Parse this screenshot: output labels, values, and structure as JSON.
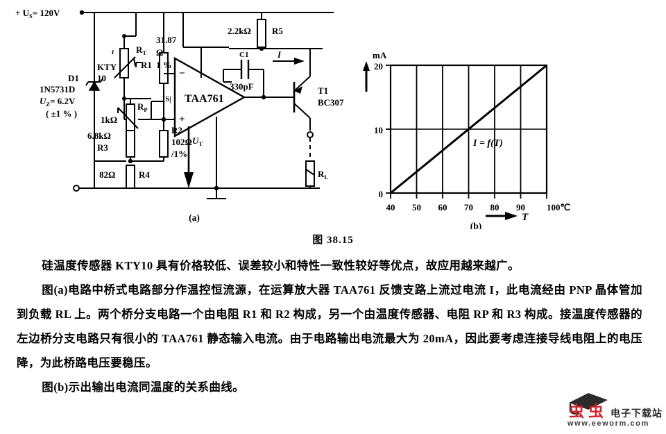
{
  "figure": {
    "caption": "图 38.15",
    "sub_label_a": "(a)",
    "sub_label_b": "(b)"
  },
  "circuit": {
    "supply_label": "+ U",
    "supply_sub": "S",
    "supply_value": "= 120V",
    "diode": {
      "ref": "D1",
      "part": "1N5731D",
      "vz_label": "U",
      "vz_sub": "Z",
      "vz_value": "= 6.2V",
      "tolerance": "( ±1 % )"
    },
    "sensor": {
      "ref_label": "R",
      "ref_sub": "T",
      "part": "KTY",
      "part_line2": "10",
      "temp_mark": "t",
      "alias": "R1"
    },
    "r1": {
      "value": "31.87",
      "unit": "Ω",
      "tolerance": "1 %"
    },
    "rp": {
      "ref_label": "R",
      "ref_sub": "P",
      "value": "1kΩ"
    },
    "r2": {
      "ref": "R2",
      "value": "102Ω",
      "tolerance": "/1%"
    },
    "r3": {
      "ref": "R3",
      "value": "6.8kΩ"
    },
    "r4": {
      "ref": "R4",
      "value": "82Ω"
    },
    "r5": {
      "ref": "R5",
      "value": "2.2kΩ"
    },
    "c1": {
      "ref": "C1",
      "value": "330pF"
    },
    "opamp": {
      "part": "TAA761",
      "input_inverting": "−",
      "input_noninverting": "+",
      "side_pin_label": "IS|"
    },
    "transistor": {
      "ref": "T1",
      "part": "BC307"
    },
    "load": {
      "ref_label": "R",
      "ref_sub": "L"
    },
    "current_label": "I",
    "ut_label": "U",
    "ut_sub": "T"
  },
  "chart_data": {
    "type": "line",
    "title": "",
    "xlabel": "T",
    "ylabel": "mA",
    "x_unit": "100℃",
    "x_ticks": [
      40,
      50,
      60,
      70,
      80,
      90,
      100
    ],
    "y_ticks": [
      0,
      10,
      20
    ],
    "xlim": [
      40,
      100
    ],
    "ylim": [
      0,
      20
    ],
    "grid": true,
    "annotation": "I = f(T)",
    "series": [
      {
        "name": "I = f(T)",
        "x": [
          40,
          50,
          60,
          70,
          80,
          90,
          100
        ],
        "values": [
          0,
          3.33,
          6.67,
          10,
          13.33,
          16.67,
          20
        ]
      }
    ]
  },
  "text": {
    "p1": "硅温度传感器 KTY10 具有价格较低、误差较小和特性一致性较好等优点，故应用越来越广。",
    "p2": "图(a)电路中桥式电路部分作温控恒流源，在运算放大器 TAA761 反馈支路上流过电流 I，此电流经由 PNP 晶体管加到负载 RL 上。两个桥分支电路一个由电阻 R1 和 R2 构成，另一个由温度传感器、电阻 RP 和 R3 构成。接温度传感器的左边桥分支电路只有很小的 TAA761 静态输入电流。由于电路输出电流最大为 20mA，因此要考虑连接导线电阻上的电压降，为此桥路电压要稳压。",
    "p3": "图(b)示出输出电流同温度的关系曲线。"
  },
  "watermark": {
    "cn": "电子下载站",
    "url": "www.eeworm.com",
    "bug1": "虫",
    "bug2": "虫"
  }
}
